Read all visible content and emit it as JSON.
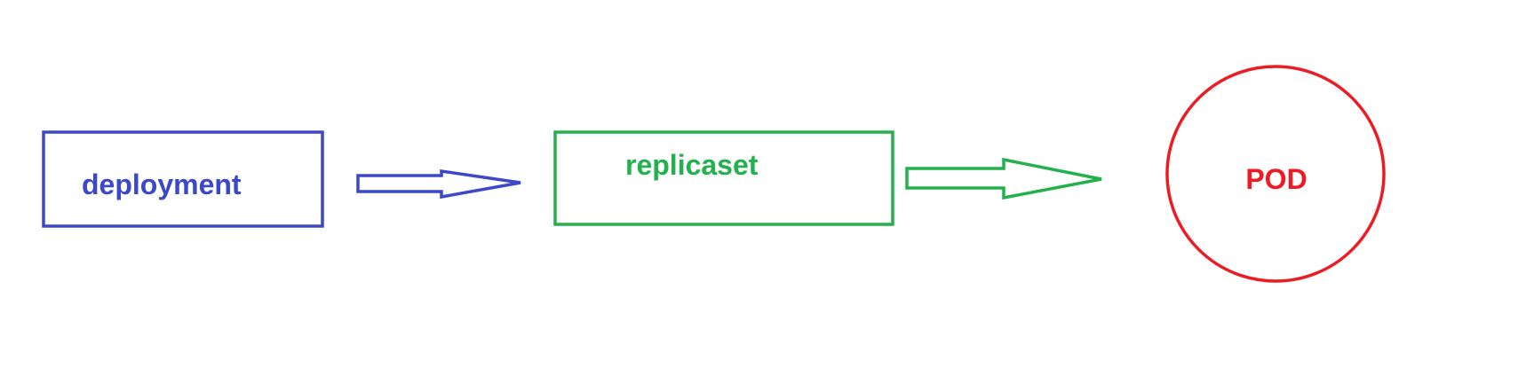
{
  "nodes": {
    "deployment": {
      "label": "deployment",
      "color": "#3b48cc"
    },
    "replicaset": {
      "label": "replicaset",
      "color": "#22b14c"
    },
    "pod": {
      "label": "POD",
      "color": "#ed1c24"
    }
  },
  "edges": [
    {
      "from": "deployment",
      "to": "replicaset",
      "color": "#3b48cc"
    },
    {
      "from": "replicaset",
      "to": "pod",
      "color": "#22b14c"
    }
  ]
}
